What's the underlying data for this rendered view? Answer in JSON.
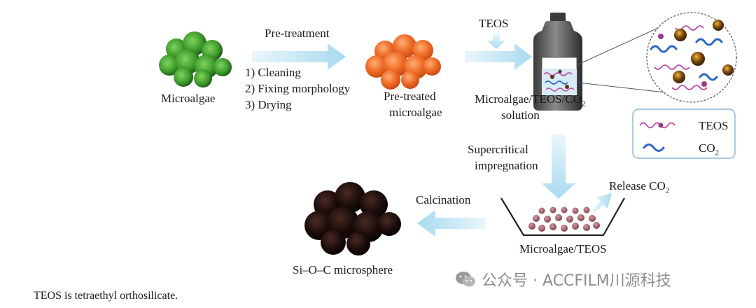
{
  "labels": {
    "microalgae": "Microalgae",
    "pretreatment_title": "Pre-treatment",
    "steps": [
      "1) Cleaning",
      "2) Fixing morphology",
      "3) Drying"
    ],
    "pretreated_line1": "Pre-treated",
    "pretreated_line2": "microalgae",
    "teos": "TEOS",
    "solution_line1_main": "Microalgae/TEOS/CO",
    "solution_line1_sub": "2",
    "solution_line2": "solution",
    "supercritical_line1": "Supercritical",
    "supercritical_line2": "impregnation",
    "release_main": "Release CO",
    "release_sub": "2",
    "calcination": "Calcination",
    "microalgae_teos": "Microalgae/TEOS",
    "sioc": "Si–O–C microsphere"
  },
  "legend": {
    "teos_label": "TEOS",
    "co2_main": "CO",
    "co2_sub": "2"
  },
  "caption": "TEOS is tetraethyl orthosilicate.",
  "watermark": "公众号 · ACCFILM川源科技",
  "colors": {
    "arrow": "#bfe4f4",
    "green": "#3c9a2a",
    "orange": "#ef6a25",
    "black": "#1a0c0a",
    "teos_chain": "#c04aa6",
    "co2_chain": "#2a68c4"
  }
}
